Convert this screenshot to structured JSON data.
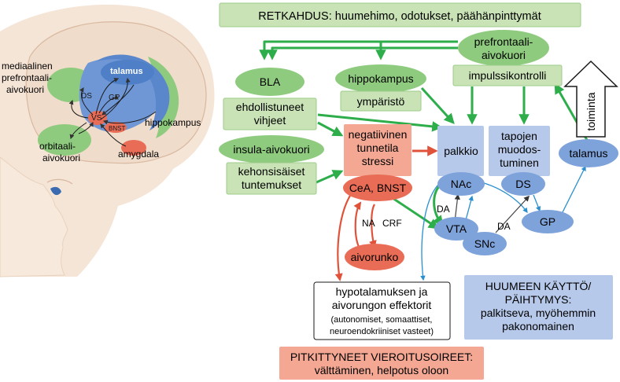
{
  "colors": {
    "green_fill": "#c9e3b7",
    "green_oval": "#8ecb7e",
    "green_arrow": "#2eae4a",
    "blue_fill": "#b7c9ea",
    "blue_oval": "#7ea3db",
    "blue_arrow": "#2a8fcf",
    "red_fill": "#f4a893",
    "red_oval": "#e96d56",
    "red_arrow": "#e0533a",
    "skin": "#f5e5d6"
  },
  "brain_labels": {
    "medial_pfc": [
      "mediaalinen",
      "prefrontaali-",
      "aivokuori"
    ],
    "talamus": "talamus",
    "ds": "DS",
    "gp": "GP",
    "vs": "VS",
    "bnst": "BNST",
    "hippokampus": "hippokampus",
    "orbital": [
      "orbitaali-",
      "aivokuori"
    ],
    "amygdala": "amygdala"
  },
  "boxes": {
    "relapse": "RETKAHDUS: huumehimo, odotukset, päähänpinttymät",
    "prefrontal": [
      "prefrontaali-",
      "aivokuori"
    ],
    "impulse": "impulssikontrolli",
    "bla": "BLA",
    "conditioned": [
      "ehdollistuneet",
      "vihjeet"
    ],
    "hippocampus": "hippokampus",
    "environment": "ympäristö",
    "insula": "insula-aivokuori",
    "body_sensations": [
      "kehonsisäiset",
      "tuntemukset"
    ],
    "negative_state": [
      "negatiivinen",
      "tunnetila",
      "stressi"
    ],
    "cea_bnst": "CeA, BNST",
    "reward": "palkkio",
    "habit": [
      "tapojen",
      "muodos-",
      "tuminen"
    ],
    "action": "toiminta",
    "thalamus": "talamus",
    "nac": "NAc",
    "ds": "DS",
    "gp": "GP",
    "vta": "VTA",
    "snc": "SNc",
    "da1": "DA",
    "da2": "DA",
    "na": "NA",
    "crf": "CRF",
    "brainstem": "aivorunko",
    "effectors": [
      "hypotalamuksen ja",
      "aivorungon effektorit"
    ],
    "effectors_detail": [
      "(autonomiset, somaattiset,",
      "neuroendokriiniset vasteet)"
    ],
    "drug_use": [
      "HUUMEEN KÄYTTÖ/",
      "PÄIHTYMYS:",
      "palkitseva, myöhemmin",
      "pakonomainen"
    ],
    "withdrawal": [
      "PITKITTYNEET VIEROITUSOIREET:",
      "välttäminen, helpotus oloon"
    ]
  }
}
